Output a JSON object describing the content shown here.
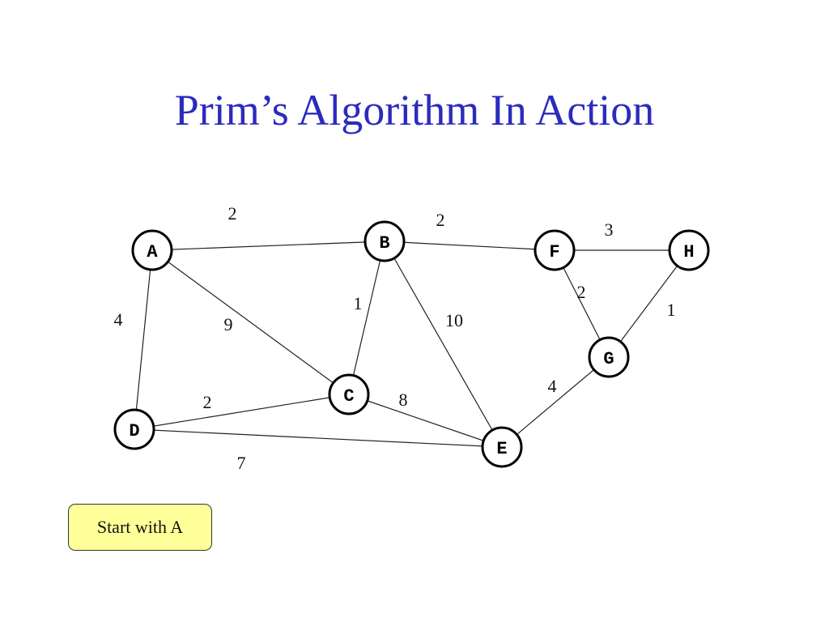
{
  "slide": {
    "title": "Prim’s Algorithm In Action",
    "callout": "Start with A"
  },
  "colors": {
    "title": "#2b2bbd",
    "callout_fill": "#ffff99"
  },
  "graph": {
    "nodes": [
      {
        "id": "A",
        "label": "A"
      },
      {
        "id": "B",
        "label": "B"
      },
      {
        "id": "F",
        "label": "F"
      },
      {
        "id": "H",
        "label": "H"
      },
      {
        "id": "G",
        "label": "G"
      },
      {
        "id": "C",
        "label": "C"
      },
      {
        "id": "D",
        "label": "D"
      },
      {
        "id": "E",
        "label": "E"
      }
    ],
    "edges": [
      {
        "from": "A",
        "to": "B",
        "weight": "2"
      },
      {
        "from": "B",
        "to": "F",
        "weight": "2"
      },
      {
        "from": "F",
        "to": "H",
        "weight": "3"
      },
      {
        "from": "F",
        "to": "G",
        "weight": "2"
      },
      {
        "from": "H",
        "to": "G",
        "weight": "1"
      },
      {
        "from": "A",
        "to": "D",
        "weight": "4"
      },
      {
        "from": "A",
        "to": "C",
        "weight": "9"
      },
      {
        "from": "B",
        "to": "C",
        "weight": "1"
      },
      {
        "from": "B",
        "to": "E",
        "weight": "10"
      },
      {
        "from": "G",
        "to": "E",
        "weight": "4"
      },
      {
        "from": "D",
        "to": "C",
        "weight": "2"
      },
      {
        "from": "C",
        "to": "E",
        "weight": "8"
      },
      {
        "from": "D",
        "to": "E",
        "weight": "7"
      }
    ]
  }
}
